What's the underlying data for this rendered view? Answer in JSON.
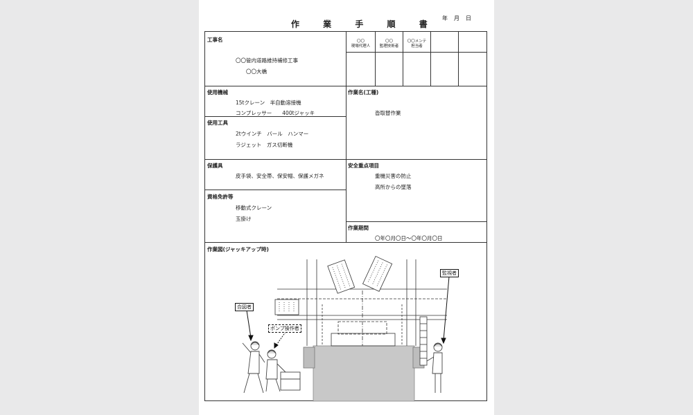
{
  "header": {
    "title": "作 業 手 順 書",
    "date_year": "年",
    "date_month": "月",
    "date_day": "日"
  },
  "approvals": [
    {
      "top": "〇〇",
      "bottom": "現場代理人"
    },
    {
      "top": "〇〇",
      "bottom": "監理技術者"
    },
    {
      "top": "〇〇メンテ",
      "bottom": "担当者"
    }
  ],
  "project": {
    "label": "工事名",
    "line1": "〇〇管内道路維持補修工事",
    "line2": "〇〇大橋"
  },
  "machinery": {
    "label": "使用機械",
    "line1": "15tクレーン　半自動溶接機",
    "line2": "コンプレッサー　　400tジャッキ"
  },
  "tools": {
    "label": "使用工具",
    "line1": "2tウインチ　バール　ハンマー",
    "line2": "ラジェット　ガス切断機"
  },
  "protective": {
    "label": "保護具",
    "line1": "皮手袋、安全帯、保安帽、保護メガネ"
  },
  "licenses": {
    "label": "資格免許等",
    "line1": "移動式クレーン",
    "line2": "玉掛け"
  },
  "work_name": {
    "label": "作業名(工種)",
    "value": "沓取替作業"
  },
  "safety": {
    "label": "安全重点項目",
    "line1": "重機災害の防止",
    "line2": "高所からの墜落"
  },
  "period": {
    "label": "作業期間",
    "value": "〇年〇月〇日～〇年〇月〇日"
  },
  "diagram": {
    "label": "作業図(ジャッキアップ時)",
    "callout_signal": "合図者",
    "callout_pump": "ポンプ操作者",
    "callout_monitor": "監視者"
  }
}
